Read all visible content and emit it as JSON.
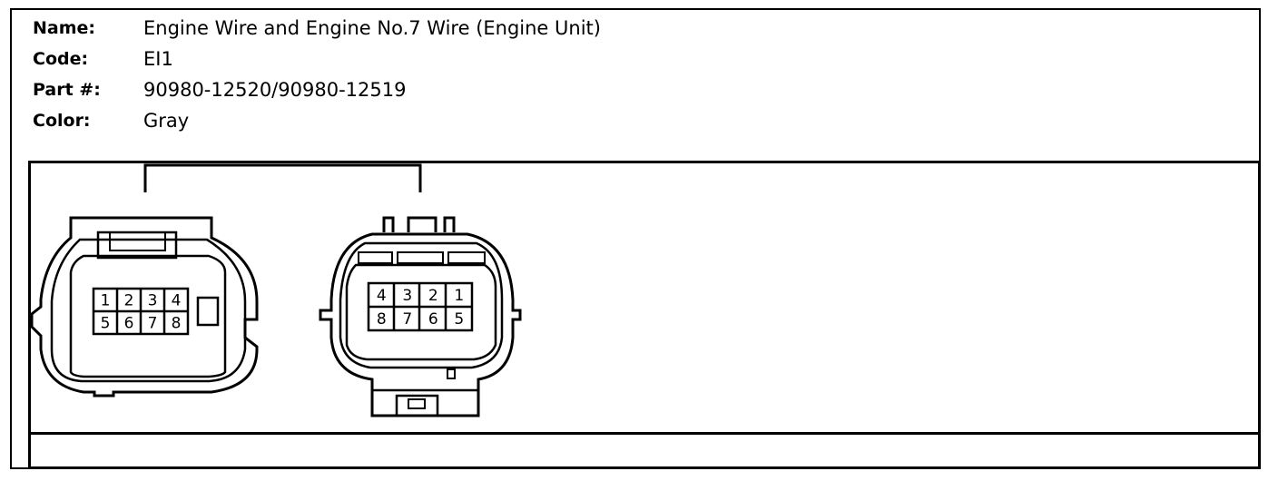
{
  "info": {
    "name_label": "Name:",
    "name_value": "Engine Wire and Engine No.7 Wire (Engine Unit)",
    "code_label": "Code:",
    "code_value": "EI1",
    "part_label": "Part #:",
    "part_value": "90980-12520/90980-12519",
    "color_label": "Color:",
    "color_value": "Gray"
  },
  "connectors": {
    "left_pins": [
      "1",
      "2",
      "3",
      "4",
      "5",
      "6",
      "7",
      "8"
    ],
    "right_pins": [
      "4",
      "3",
      "2",
      "1",
      "8",
      "7",
      "6",
      "5"
    ]
  }
}
